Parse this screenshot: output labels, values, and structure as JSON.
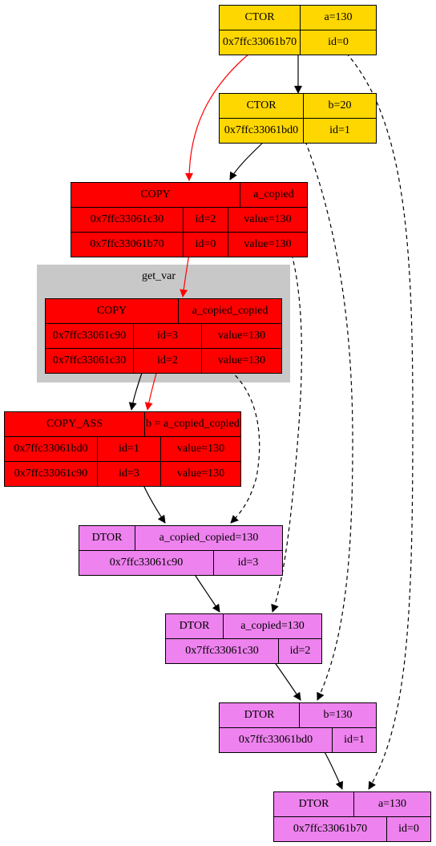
{
  "colors": {
    "ctor": "#ffd700",
    "copy": "#ff0000",
    "dtor": "#ee82ee",
    "cluster": "#c8c8c8",
    "copy_edge": "#ff0000",
    "edge": "#000000"
  },
  "cluster": {
    "label": "get_var"
  },
  "nodes": {
    "n1": {
      "kind": "ctor",
      "rows": [
        [
          "CTOR",
          "a=130"
        ],
        [
          "0x7ffc33061b70",
          "id=0"
        ]
      ]
    },
    "n2": {
      "kind": "ctor",
      "rows": [
        [
          "CTOR",
          "b=20"
        ],
        [
          "0x7ffc33061bd0",
          "id=1"
        ]
      ]
    },
    "n3": {
      "kind": "copy",
      "rows": [
        [
          "COPY",
          "a_copied"
        ],
        [
          "0x7ffc33061c30",
          "id=2",
          "value=130"
        ],
        [
          "0x7ffc33061b70",
          "id=0",
          "value=130"
        ]
      ]
    },
    "n4": {
      "kind": "copy",
      "rows": [
        [
          "COPY",
          "a_copied_copied"
        ],
        [
          "0x7ffc33061c90",
          "id=3",
          "value=130"
        ],
        [
          "0x7ffc33061c30",
          "id=2",
          "value=130"
        ]
      ]
    },
    "n5": {
      "kind": "copy",
      "rows": [
        [
          "COPY_ASS",
          "b = a_copied_copied"
        ],
        [
          "0x7ffc33061bd0",
          "id=1",
          "value=130"
        ],
        [
          "0x7ffc33061c90",
          "id=3",
          "value=130"
        ]
      ]
    },
    "n6": {
      "kind": "dtor",
      "rows": [
        [
          "DTOR",
          "a_copied_copied=130"
        ],
        [
          "0x7ffc33061c90",
          "id=3"
        ]
      ]
    },
    "n7": {
      "kind": "dtor",
      "rows": [
        [
          "DTOR",
          "a_copied=130"
        ],
        [
          "0x7ffc33061c30",
          "id=2"
        ]
      ]
    },
    "n8": {
      "kind": "dtor",
      "rows": [
        [
          "DTOR",
          "b=130"
        ],
        [
          "0x7ffc33061bd0",
          "id=1"
        ]
      ]
    },
    "n9": {
      "kind": "dtor",
      "rows": [
        [
          "DTOR",
          "a=130"
        ],
        [
          "0x7ffc33061b70",
          "id=0"
        ]
      ]
    }
  },
  "edges": [
    {
      "from": "n1",
      "to": "n2",
      "style": "solid"
    },
    {
      "from": "n2",
      "to": "n3",
      "style": "solid"
    },
    {
      "from": "n1",
      "to": "n3",
      "style": "copy"
    },
    {
      "from": "n3",
      "to": "n4",
      "style": "copy"
    },
    {
      "from": "n4",
      "to": "n5",
      "style": "solid"
    },
    {
      "from": "n4",
      "to": "n5",
      "style": "copy"
    },
    {
      "from": "n5",
      "to": "n6",
      "style": "solid"
    },
    {
      "from": "n4",
      "to": "n6",
      "style": "dashed"
    },
    {
      "from": "n6",
      "to": "n7",
      "style": "solid"
    },
    {
      "from": "n3",
      "to": "n7",
      "style": "dashed"
    },
    {
      "from": "n7",
      "to": "n8",
      "style": "solid"
    },
    {
      "from": "n2",
      "to": "n8",
      "style": "dashed"
    },
    {
      "from": "n8",
      "to": "n9",
      "style": "solid"
    },
    {
      "from": "n1",
      "to": "n9",
      "style": "dashed"
    }
  ]
}
